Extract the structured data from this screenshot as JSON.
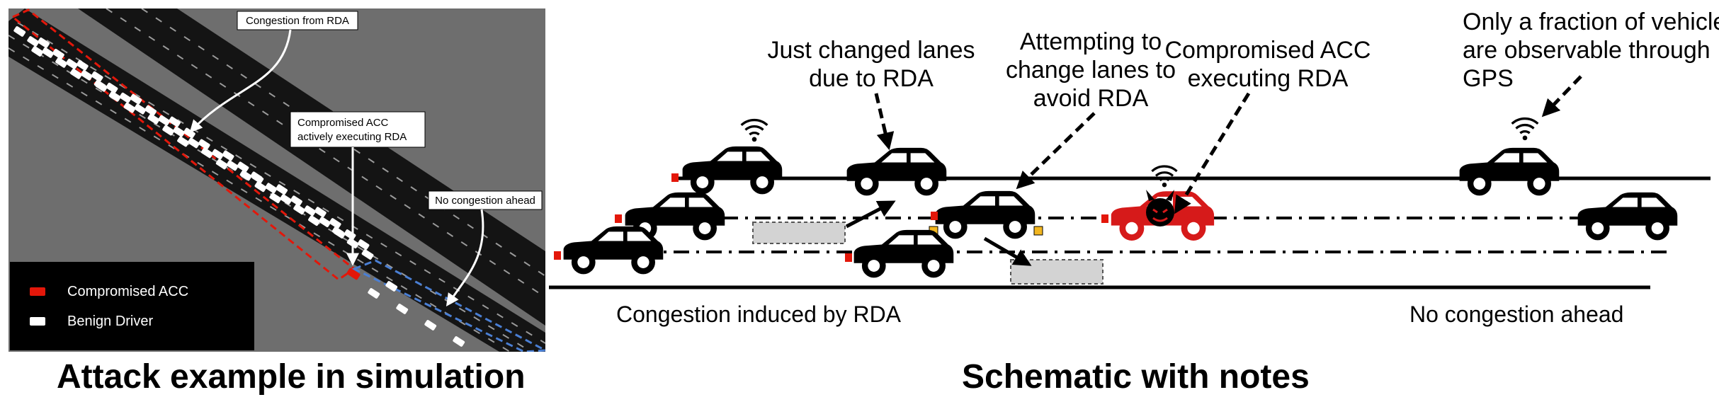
{
  "simulation": {
    "title": "Attack example in simulation",
    "callouts": {
      "congestion_from_rda": "Congestion from RDA",
      "compromised_line1": "Compromised ACC",
      "compromised_line2": "actively executing RDA",
      "no_congestion": "No congestion ahead"
    },
    "legend": {
      "compromised": "Compromised ACC",
      "benign": "Benign Driver"
    },
    "colors": {
      "background": "#6e6e6e",
      "road": "#141414",
      "compromised": "#e3170a",
      "benign": "#ffffff",
      "congestion_box": "#e3170a",
      "free_box": "#4a7fd4"
    }
  },
  "schematic": {
    "title": "Schematic with notes",
    "notes": {
      "just_changed_1": "Just changed lanes",
      "just_changed_2": "due to RDA",
      "attempting_1": "Attempting to",
      "attempting_2": "change lanes to",
      "attempting_3": "avoid RDA",
      "compromised_1": "Compromised ACC",
      "compromised_2": "executing RDA",
      "fraction_1": "Only a fraction of vehicles",
      "fraction_2": "are observable through",
      "fraction_3": "GPS"
    },
    "captions": {
      "left": "Congestion induced by RDA",
      "right": "No congestion ahead"
    },
    "colors": {
      "car": "#000000",
      "attacker_car": "#d61a1a",
      "brake_light": "#e3170a",
      "turn_signal": "#f2b61f",
      "ghost_box": "#d3d3d3"
    },
    "icons": [
      "car-icon",
      "wifi-signal-icon",
      "devil-face-icon",
      "arrow-icon"
    ]
  }
}
